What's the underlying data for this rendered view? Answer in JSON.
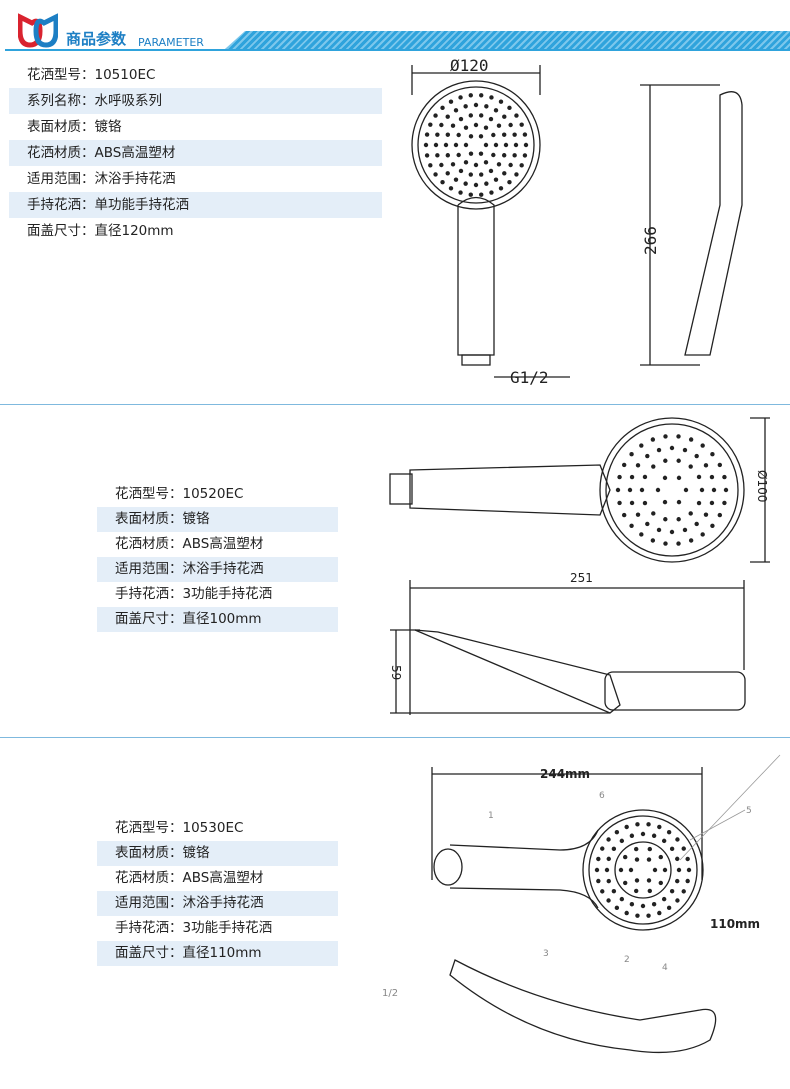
{
  "header": {
    "title": "商品参数",
    "subtitle": "PARAMETER",
    "logo_colors": [
      "#d9232f",
      "#1d7fc4"
    ]
  },
  "products": [
    {
      "rows": [
        {
          "label": "花洒型号：",
          "value": "10510EC"
        },
        {
          "label": "系列名称：",
          "value": "水呼吸系列"
        },
        {
          "label": "表面材质：",
          "value": "镀铬"
        },
        {
          "label": "花洒材质：",
          "value": "ABS高温塑材"
        },
        {
          "label": "适用范围：",
          "value": "沐浴手持花洒"
        },
        {
          "label": "手持花洒：",
          "value": "单功能手持花洒"
        },
        {
          "label": "面盖尺寸：",
          "value": "直径120mm"
        }
      ],
      "dims": {
        "diameter": "Ø120",
        "length": "266",
        "thread": "G1/2"
      }
    },
    {
      "rows": [
        {
          "label": "花洒型号：",
          "value": "10520EC"
        },
        {
          "label": "表面材质：",
          "value": "镀铬"
        },
        {
          "label": "花洒材质：",
          "value": "ABS高温塑材"
        },
        {
          "label": "适用范围：",
          "value": "沐浴手持花洒"
        },
        {
          "label": "手持花洒：",
          "value": "3功能手持花洒"
        },
        {
          "label": "面盖尺寸：",
          "value": "直径100mm"
        }
      ],
      "dims": {
        "diameter": "Ø100",
        "length": "251",
        "height": "59"
      }
    },
    {
      "rows": [
        {
          "label": "花洒型号：",
          "value": "10530EC"
        },
        {
          "label": "表面材质：",
          "value": "镀铬"
        },
        {
          "label": "花洒材质：",
          "value": "ABS高温塑材"
        },
        {
          "label": "适用范围：",
          "value": "沐浴手持花洒"
        },
        {
          "label": "手持花洒：",
          "value": "3功能手持花洒"
        },
        {
          "label": "面盖尺寸：",
          "value": "直径110mm"
        }
      ],
      "dims": {
        "length": "244mm",
        "diameter": "110mm",
        "thread": "1/2",
        "callouts": [
          "1",
          "2",
          "3",
          "4",
          "5",
          "6"
        ]
      }
    }
  ]
}
